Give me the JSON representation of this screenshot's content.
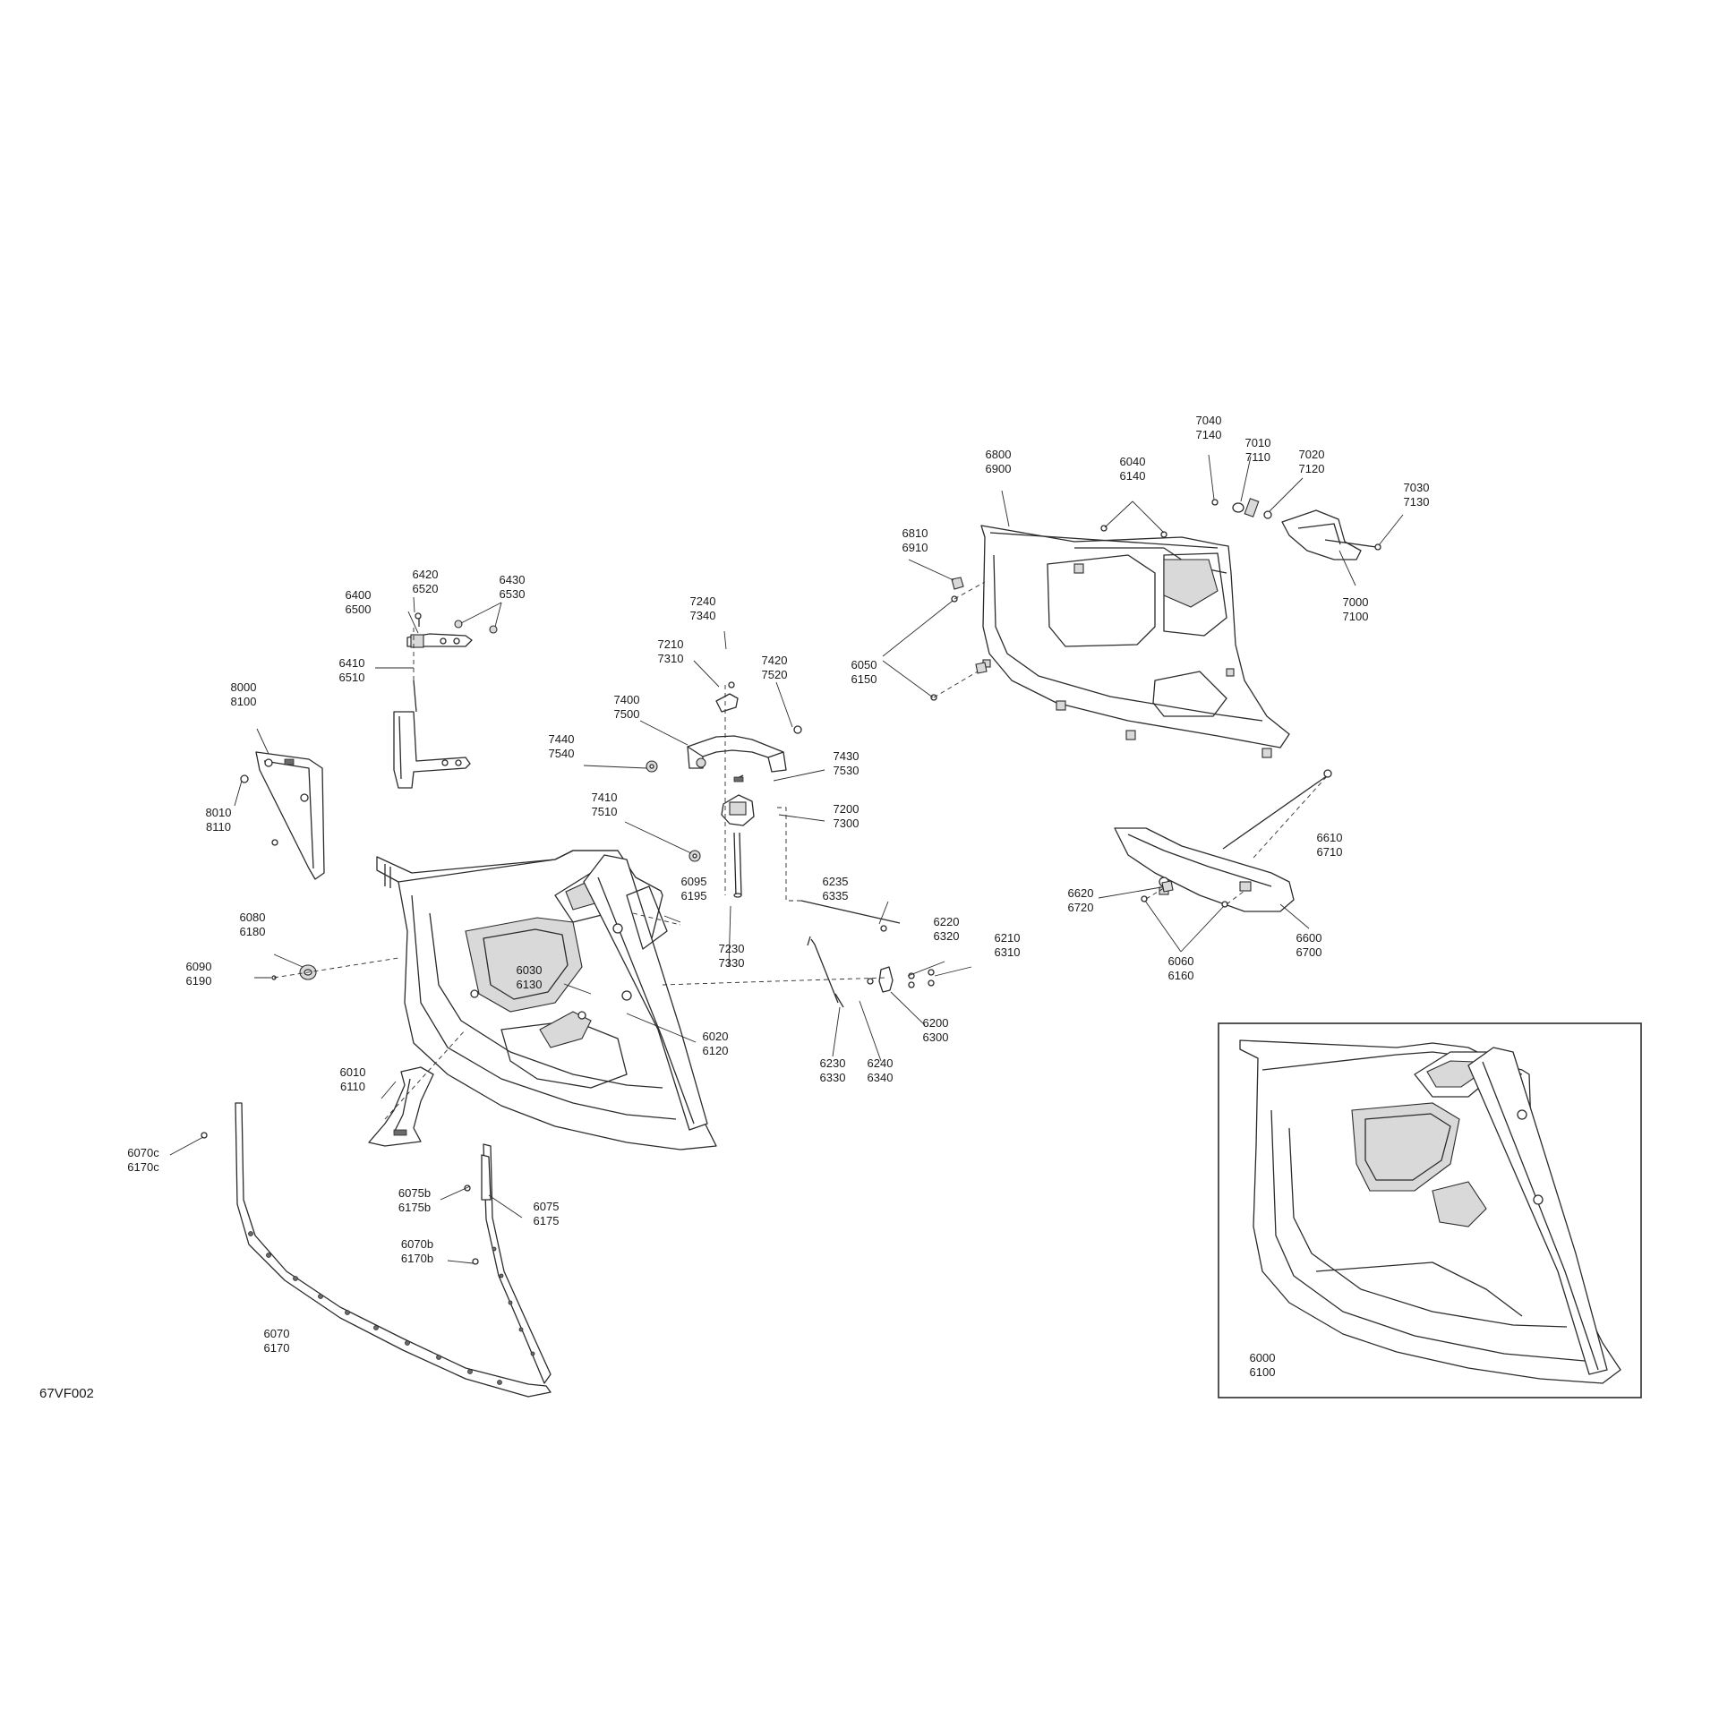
{
  "diagram_code": "67VF002",
  "colors": {
    "line": "#2b2b2b",
    "fill": "#ffffff",
    "shade": "#d9d9d9",
    "dark": "#6b6b6b"
  },
  "callouts": {
    "c6420": [
      "6420",
      "6520"
    ],
    "c6430": [
      "6430",
      "6530"
    ],
    "c6400": [
      "6400",
      "6500"
    ],
    "c6410": [
      "6410",
      "6510"
    ],
    "c8000": [
      "8000",
      "8100"
    ],
    "c8010": [
      "8010",
      "8110"
    ],
    "c7240": [
      "7240",
      "7340"
    ],
    "c7210": [
      "7210",
      "7310"
    ],
    "c7420": [
      "7420",
      "7520"
    ],
    "c7400": [
      "7400",
      "7500"
    ],
    "c7440": [
      "7440",
      "7540"
    ],
    "c7430": [
      "7430",
      "7530"
    ],
    "c7410": [
      "7410",
      "7510"
    ],
    "c7200": [
      "7200",
      "7300"
    ],
    "c6095": [
      "6095",
      "6195"
    ],
    "c6080": [
      "6080",
      "6180"
    ],
    "c6090": [
      "6090",
      "6190"
    ],
    "c6030": [
      "6030",
      "6130"
    ],
    "c6020": [
      "6020",
      "6120"
    ],
    "c7230": [
      "7230",
      "7330"
    ],
    "c6235": [
      "6235",
      "6335"
    ],
    "c6220": [
      "6220",
      "6320"
    ],
    "c6210": [
      "6210",
      "6310"
    ],
    "c6200": [
      "6200",
      "6300"
    ],
    "c6230": [
      "6230",
      "6330"
    ],
    "c6240": [
      "6240",
      "6340"
    ],
    "c6010": [
      "6010",
      "6110"
    ],
    "c6070c": [
      "6070c",
      "6170c"
    ],
    "c6075b": [
      "6075b",
      "6175b"
    ],
    "c6075": [
      "6075",
      "6175"
    ],
    "c6070b": [
      "6070b",
      "6170b"
    ],
    "c6070": [
      "6070",
      "6170"
    ],
    "c6800": [
      "6800",
      "6900"
    ],
    "c6810": [
      "6810",
      "6910"
    ],
    "c6040": [
      "6040",
      "6140"
    ],
    "c7040": [
      "7040",
      "7140"
    ],
    "c7010": [
      "7010",
      "7110"
    ],
    "c7020": [
      "7020",
      "7120"
    ],
    "c7030": [
      "7030",
      "7130"
    ],
    "c7000": [
      "7000",
      "7100"
    ],
    "c6050": [
      "6050",
      "6150"
    ],
    "c6610": [
      "6610",
      "6710"
    ],
    "c6620": [
      "6620",
      "6720"
    ],
    "c6600": [
      "6600",
      "6700"
    ],
    "c6060": [
      "6060",
      "6160"
    ],
    "c6000": [
      "6000",
      "6100"
    ]
  }
}
